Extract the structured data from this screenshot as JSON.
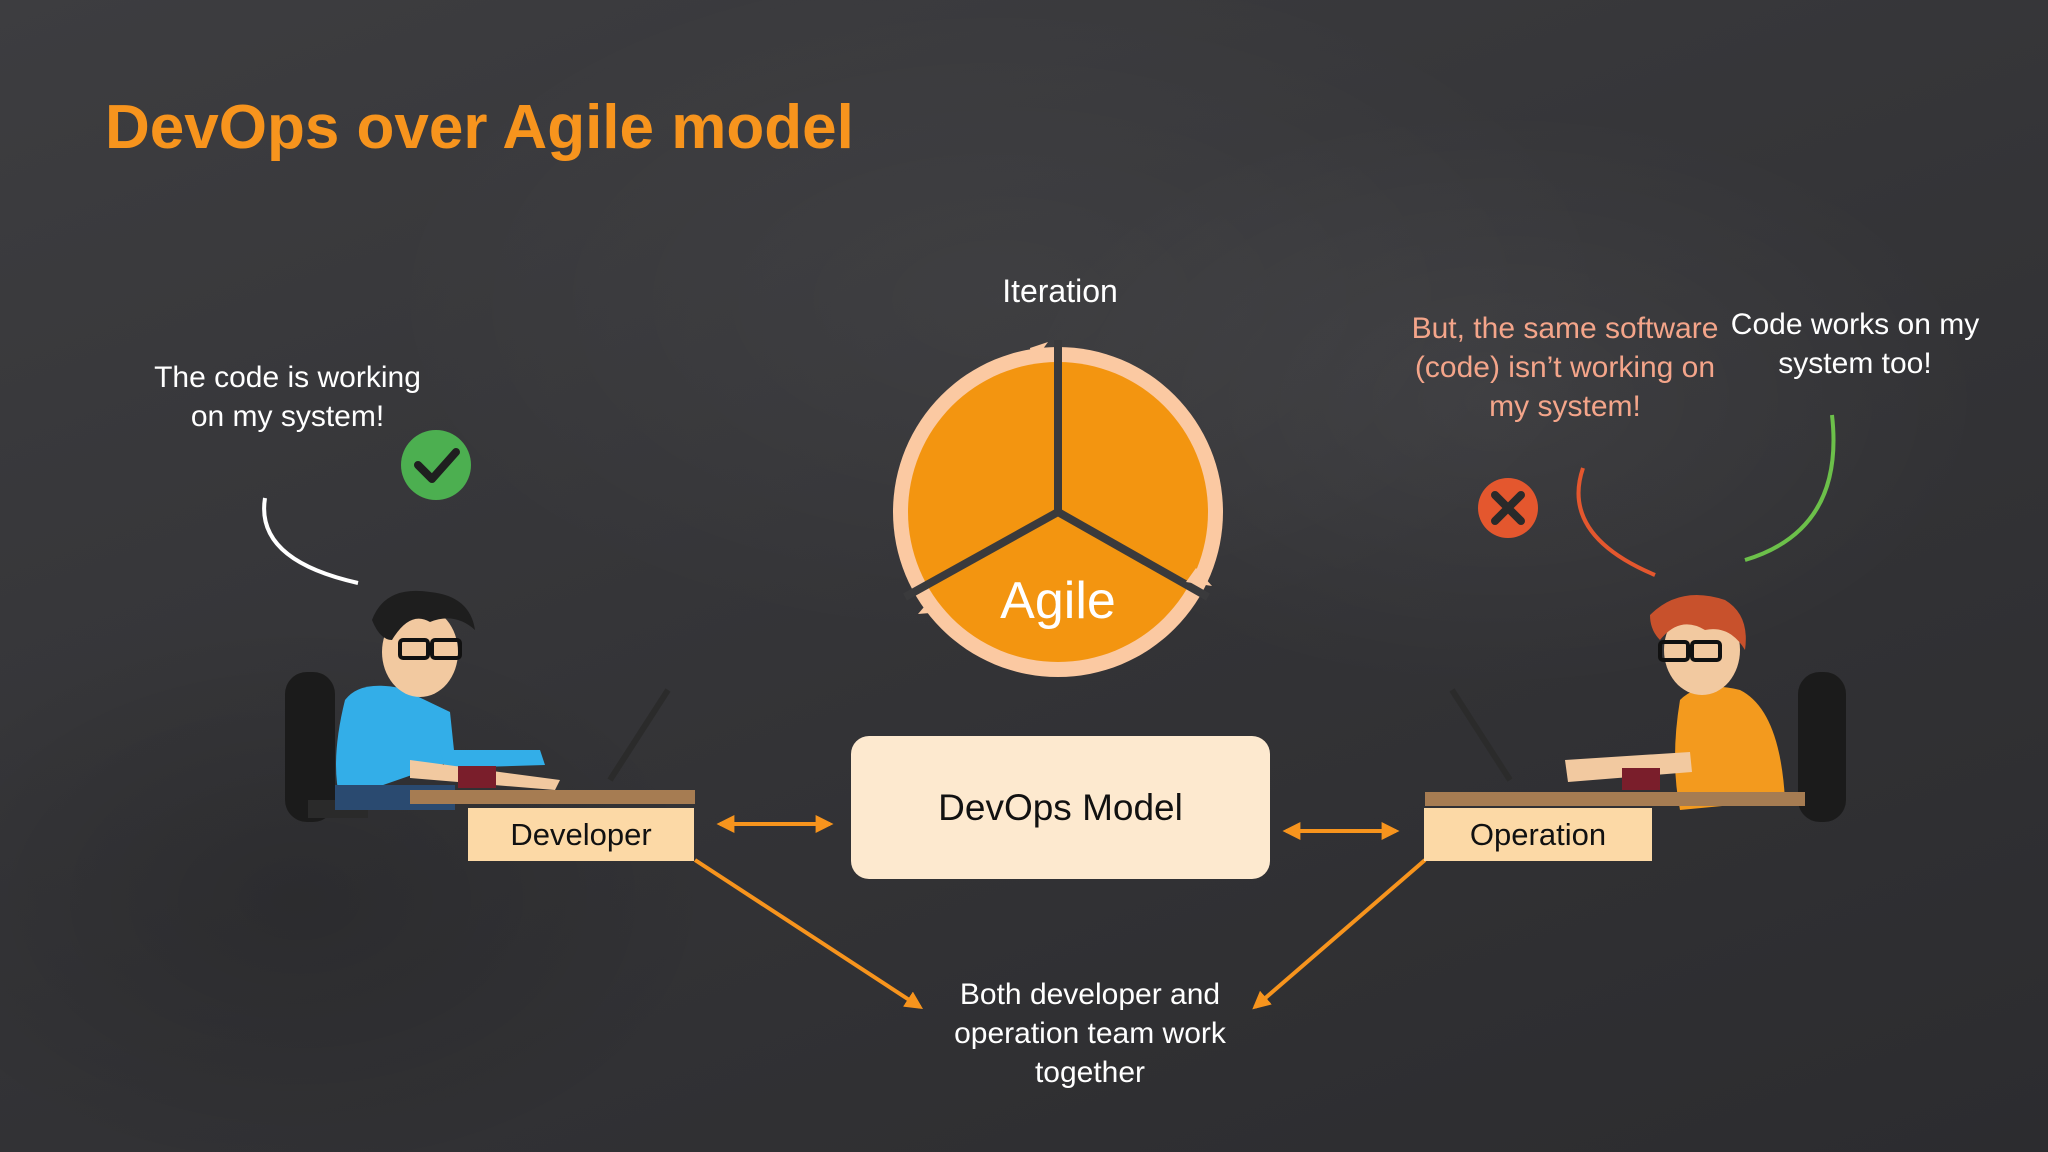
{
  "slide": {
    "title": "DevOps over Agile model",
    "cycle": {
      "top_label": "Iteration",
      "center_label": "Agile"
    },
    "developer": {
      "speech": "The code is working on my system!",
      "label": "Developer",
      "status_icon": "check-icon"
    },
    "operation": {
      "speech_problem": "But, the same software (code) isn’t working on my system!",
      "speech_ok": "Code works on my system too!",
      "label": "Operation",
      "status_icon": "cross-icon"
    },
    "center_box": "DevOps Model",
    "bottom_note": "Both developer and operation team work together"
  },
  "colors": {
    "accent": "#f7941d",
    "label_fill": "#fcd9a6",
    "box_fill": "#fde9cf",
    "check_green": "#4caf50",
    "cross_red": "#e4572e",
    "problem_text": "#f4a58a"
  }
}
